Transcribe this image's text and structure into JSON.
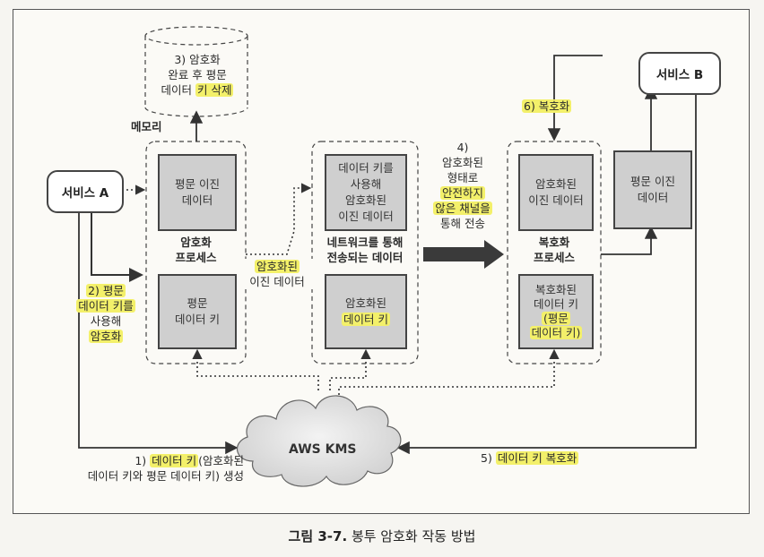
{
  "figure": {
    "caption_bold": "그림 3-7.",
    "caption_text": "봉투 암호화 작동 방법"
  },
  "memory": {
    "label": "메모리",
    "text_line1": "3) 암호화",
    "text_line2": "완료 후 평문",
    "text_line3_plain": "데이터 ",
    "text_line3_hl": "키 삭제"
  },
  "service_a": {
    "label": "서비스 A"
  },
  "service_b": {
    "label": "서비스 B"
  },
  "encrypt_process": {
    "label_line1": "암호화",
    "label_line2": "프로세스",
    "top_box_line1": "평문 이진",
    "top_box_line2": "데이터",
    "bottom_box_line1": "평문",
    "bottom_box_line2": "데이터 키"
  },
  "step2": {
    "line1": "2) 평문",
    "line2": "데이터 키를",
    "line3": "사용해",
    "line4": "암호화"
  },
  "encrypted_out": {
    "line1": "암호화된",
    "line2": "이진 데이터"
  },
  "network": {
    "label_line1": "네트워크를 통해",
    "label_line2": "전송되는 데이터",
    "top_box_line1": "데이터 키를",
    "top_box_line2": "사용해",
    "top_box_line3": "암호화된",
    "top_box_line4": "이진 데이터",
    "bottom_box_line1": "암호화된",
    "bottom_box_line2": "데이터 키"
  },
  "step4": {
    "line1": "4)",
    "line2": "암호화된",
    "line3": "형태로",
    "line4": "안전하지",
    "line5": "않은 채널을",
    "line6": "통해 전송"
  },
  "decrypt_process": {
    "label_line1": "복호화",
    "label_line2": "프로세스",
    "top_box_line1": "암호화된",
    "top_box_line2": "이진 데이터",
    "bottom_box_line1": "복호화된",
    "bottom_box_line2": "데이터 키",
    "bottom_box_line3": "(평문",
    "bottom_box_line4": "데이터 키)"
  },
  "plain_out": {
    "line1": "평문 이진",
    "line2": "데이터"
  },
  "step6": {
    "label": "6) 복호화"
  },
  "kms": {
    "label": "AWS KMS"
  },
  "step1": {
    "line1_prefix": "1) ",
    "line1_hl": "데이터 키",
    "line1_suffix": "(암호화된",
    "line2": "데이터 키와 평문 데이터 키) 생성"
  },
  "step5": {
    "prefix": "5) ",
    "hl": "데이터 키 복호화"
  }
}
